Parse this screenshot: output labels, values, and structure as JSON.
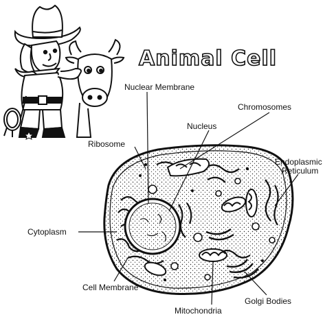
{
  "title": "Animal Cell",
  "labels": {
    "nuclear_membrane": "Nuclear Membrane",
    "chromosomes": "Chromosomes",
    "nucleus": "Nucleus",
    "ribosome": "Ribosome",
    "endoplasmic_reticulum_line1": "Endoplasmic",
    "endoplasmic_reticulum_line2": "Reticulum",
    "cytoplasm": "Cytoplasm",
    "cell_membrane": "Cell Membrane",
    "mitochondria": "Mitochondria",
    "golgi_bodies": "Golgi Bodies"
  },
  "illustration": {
    "character": "cowgirl",
    "animal": "cow"
  }
}
